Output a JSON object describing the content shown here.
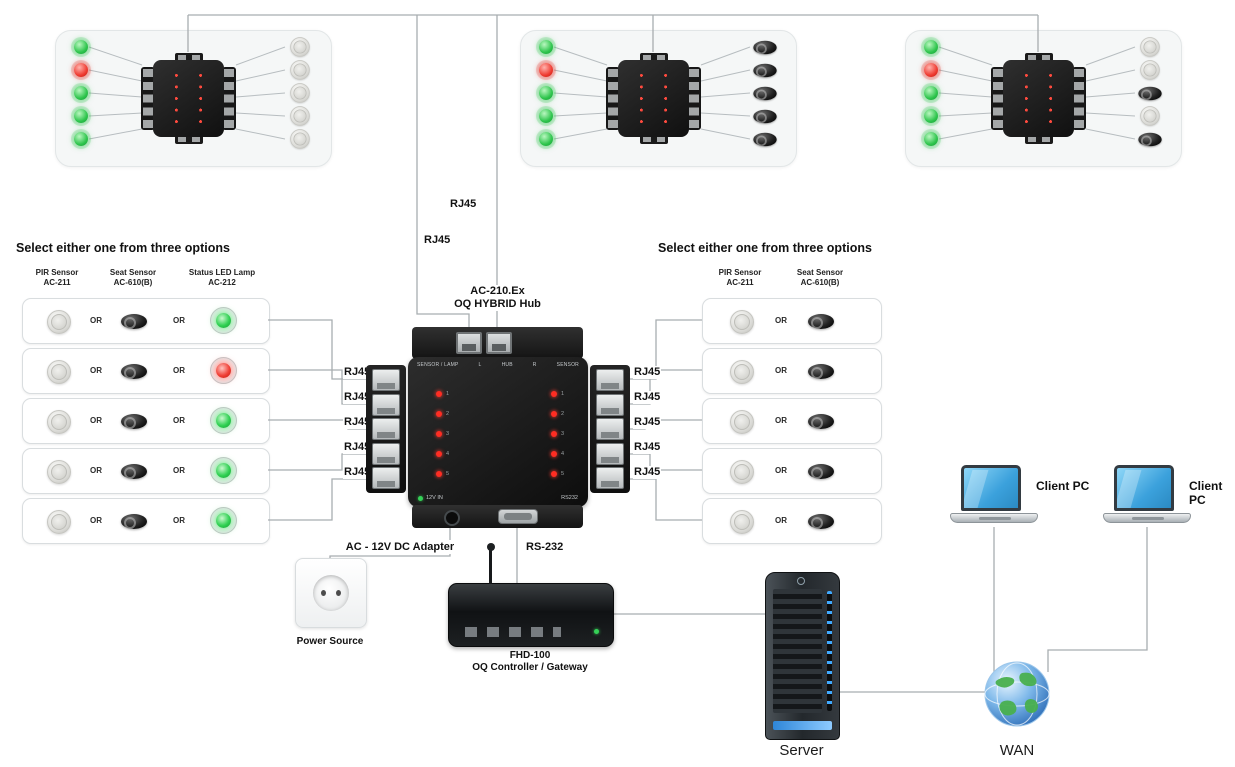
{
  "titles": {
    "select_option": "Select either one from three options"
  },
  "labels": {
    "rj45": "RJ45",
    "or": "OR"
  },
  "left_group": {
    "headers": [
      {
        "line1": "PIR Sensor",
        "line2": "AC-211"
      },
      {
        "line1": "Seat Sensor",
        "line2": "AC-610(B)"
      },
      {
        "line1": "Status LED Lamp",
        "line2": "AC-212"
      }
    ],
    "rows": [
      {
        "lamp": "green"
      },
      {
        "lamp": "red"
      },
      {
        "lamp": "green"
      },
      {
        "lamp": "green"
      },
      {
        "lamp": "green"
      }
    ]
  },
  "right_group": {
    "headers": [
      {
        "line1": "PIR Sensor",
        "line2": "AC-211"
      },
      {
        "line1": "Seat Sensor",
        "line2": "AC-610(B)"
      }
    ]
  },
  "top_panels": [
    {
      "leds": [
        "green",
        "red",
        "green",
        "green",
        "green"
      ],
      "sensors": [
        "dome",
        "dome",
        "dome",
        "dome",
        "dome"
      ]
    },
    {
      "leds": [
        "green",
        "red",
        "green",
        "green",
        "green"
      ],
      "sensors": [
        "seat",
        "seat",
        "seat",
        "seat",
        "seat"
      ]
    },
    {
      "leds": [
        "green",
        "red",
        "green",
        "green",
        "green"
      ],
      "sensors": [
        "dome",
        "dome",
        "seat",
        "dome",
        "seat"
      ]
    }
  ],
  "hub": {
    "title_line1": "AC-210.Ex",
    "title_line2": "OQ HYBRID Hub",
    "face_top": [
      "SENSOR / LAMP",
      "L",
      "HUB",
      "R",
      "SENSOR"
    ],
    "face_bottom_left": "12V IN",
    "face_bottom_right": "RS232",
    "port_numbers": [
      "1",
      "2",
      "3",
      "4",
      "5"
    ]
  },
  "power": {
    "adapter_label": "AC - 12V DC Adapter",
    "source_label": "Power Source"
  },
  "gateway": {
    "rs232_label": "RS-232",
    "name_line1": "FHD-100",
    "name_line2": "OQ Controller / Gateway"
  },
  "network": {
    "server_label": "Server",
    "wan_label": "WAN",
    "client_pc_label": "Client PC"
  },
  "colors": {
    "led_green": "#2fc54d",
    "led_red": "#e02318",
    "wire": "#a8adb0",
    "screen_blue": "#3ba1dc"
  }
}
